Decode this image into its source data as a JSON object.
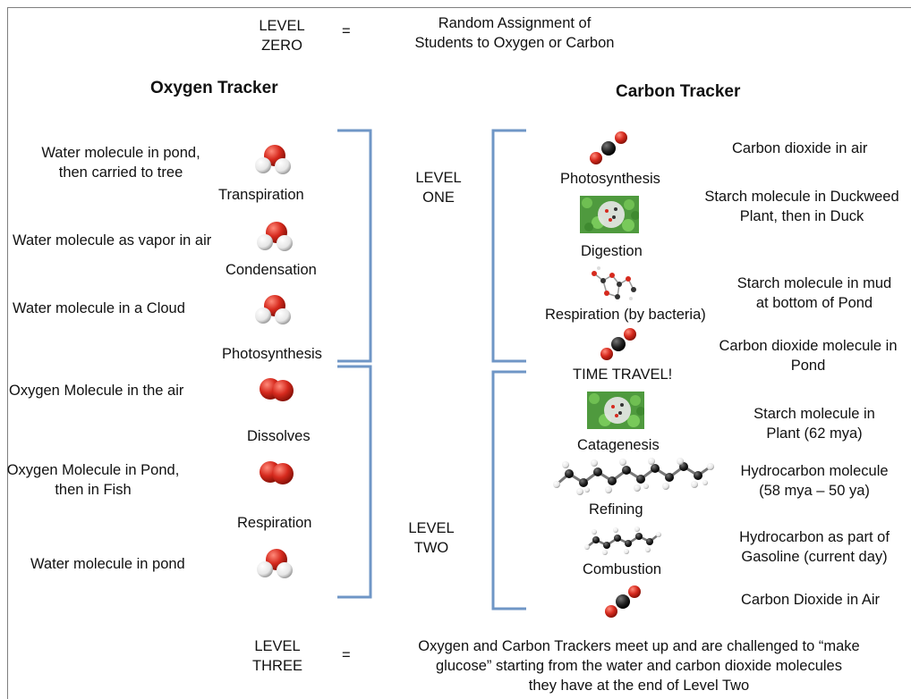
{
  "level_zero": {
    "label_line1": "LEVEL",
    "label_line2": "ZERO",
    "equals": "=",
    "desc_line1": "Random Assignment of",
    "desc_line2": "Students to Oxygen or Carbon"
  },
  "oxygen": {
    "heading": "Oxygen Tracker",
    "states": [
      {
        "line1": "Water molecule in pond,",
        "line2": "then carried to tree",
        "icon": "water-molecule-icon"
      },
      {
        "line1": "Water molecule as vapor in air",
        "icon": "water-molecule-icon"
      },
      {
        "line1": "Water molecule in a Cloud",
        "icon": "water-molecule-icon"
      },
      {
        "line1": "Oxygen Molecule in the air",
        "icon": "oxygen-molecule-icon"
      },
      {
        "line1": "Oxygen Molecule in Pond,",
        "line2": "then in Fish",
        "icon": "oxygen-molecule-icon"
      },
      {
        "line1": "Water molecule in pond",
        "icon": "water-molecule-icon"
      }
    ],
    "processes": [
      "Transpiration",
      "Condensation",
      "Photosynthesis",
      "Dissolves",
      "Respiration"
    ]
  },
  "carbon": {
    "heading": "Carbon Tracker",
    "states": [
      {
        "line1": "Carbon dioxide in air",
        "icon": "carbon-dioxide-icon"
      },
      {
        "line1": "Starch molecule in Duckweed",
        "line2": "Plant, then in Duck",
        "icon": "duckweed-starch-icon"
      },
      {
        "line1": "Starch molecule in mud",
        "line2": "at bottom of Pond",
        "icon": "starch-molecule-icon"
      },
      {
        "line1": "Carbon dioxide molecule in",
        "line2": "Pond",
        "icon": "carbon-dioxide-icon"
      },
      {
        "line1": "Starch molecule in",
        "line2": "Plant (62 mya)",
        "icon": "duckweed-starch-icon"
      },
      {
        "line1": "Hydrocarbon molecule",
        "line2": "(58 mya – 50 ya)",
        "icon": "hydrocarbon-chain-icon"
      },
      {
        "line1": "Hydrocarbon as part of",
        "line2": "Gasoline (current day)",
        "icon": "hydrocarbon-chain-icon"
      },
      {
        "line1": "Carbon Dioxide in Air",
        "icon": "carbon-dioxide-icon"
      }
    ],
    "processes": [
      "Photosynthesis",
      "Digestion",
      "Respiration (by bacteria)",
      "TIME TRAVEL!",
      "Catagenesis",
      "Refining",
      "Combustion"
    ]
  },
  "level_one": {
    "line1": "LEVEL",
    "line2": "ONE"
  },
  "level_two": {
    "line1": "LEVEL",
    "line2": "TWO"
  },
  "level_three": {
    "label_line1": "LEVEL",
    "label_line2": "THREE",
    "equals": "=",
    "desc_line1": "Oxygen and Carbon Trackers meet up and are challenged to “make",
    "desc_line2": "glucose” starting from the water and carbon dioxide molecules",
    "desc_line3": "they have at the end of Level Two"
  },
  "colors": {
    "bracket": "#6f96c6",
    "oxygen_atom": "#d62a1e",
    "hydrogen_atom": "#f2f2f2",
    "carbon_atom": "#1e1e1e",
    "duckweed": "#4f9a3e"
  }
}
